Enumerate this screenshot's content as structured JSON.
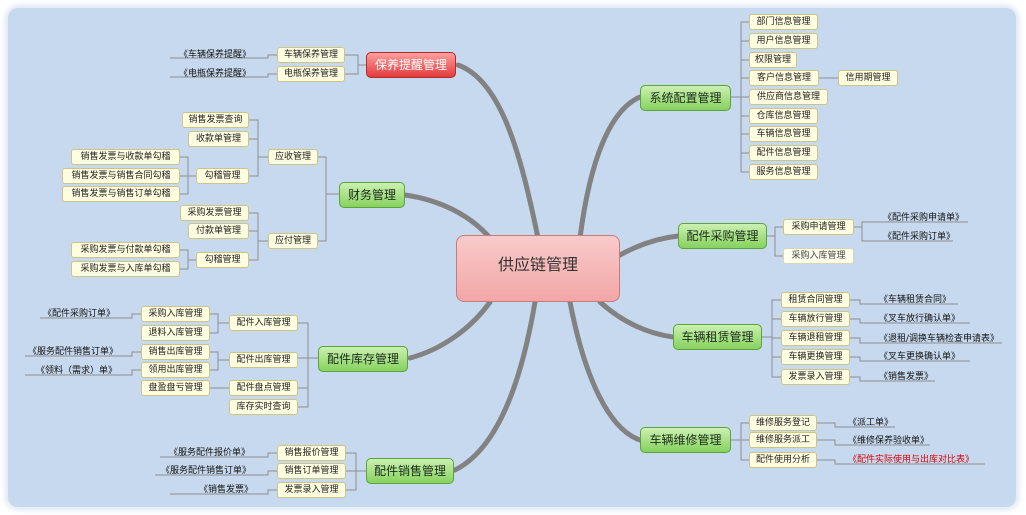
{
  "central": "供应链管理",
  "colors": {
    "branch": "#828282",
    "connector": "#8f8f8f",
    "main_fill": "#9fe07a",
    "reminder_fill": "#f05a5a",
    "central_fill": "#f4b4b4",
    "highlight_text": "#d40000"
  },
  "baoyang": {
    "title": "保养提醒管理",
    "subs": [
      "车辆保养管理",
      "电瓶保养管理"
    ],
    "leaves": [
      "《车辆保养提醒》",
      "《电瓶保养提醒》"
    ]
  },
  "caiwu": {
    "title": "财务管理",
    "yingshou": "应收管理",
    "yingshou_items": [
      "销售发票查询",
      "收款单管理",
      "勾稽管理"
    ],
    "yingshou_gouji": [
      "销售发票与收款单勾稽",
      "销售发票与销售合同勾稽",
      "销售发票与销售订单勾稽"
    ],
    "yingfu": "应付管理",
    "yingfu_items": [
      "采购发票管理",
      "付款单管理",
      "勾稽管理"
    ],
    "yingfu_gouji": [
      "采购发票与付款单勾稽",
      "采购发票与入库单勾稽"
    ]
  },
  "kucun": {
    "title": "配件库存管理",
    "subs": [
      "配件入库管理",
      "配件出库管理",
      "配件盘点管理",
      "库存实时查询"
    ],
    "ruku_items": [
      "采购入库管理",
      "退料入库管理"
    ],
    "ruku_leaf": "《配件采购订单》",
    "chuku_items": [
      "销售出库管理",
      "领用出库管理"
    ],
    "chuku_leaves": [
      "《服务配件销售订单》",
      "《领料（需求）单》"
    ],
    "pandian_item": "盘盈盘亏管理"
  },
  "xiaoshou": {
    "title": "配件销售管理",
    "subs": [
      "销售报价管理",
      "销售订单管理",
      "发票录入管理"
    ],
    "leaves": [
      "《服务配件报价单》",
      "《服务配件销售订单》",
      "《销售发票》"
    ]
  },
  "xitong": {
    "title": "系统配置管理",
    "subs": [
      "部门信息管理",
      "用户信息管理",
      "权限管理",
      "客户信息管理",
      "供应商信息管理",
      "仓库信息管理",
      "车辆信息管理",
      "配件信息管理",
      "服务信息管理"
    ],
    "xinyong": "信用期管理"
  },
  "caigou": {
    "title": "配件采购管理",
    "subs": [
      "采购申请管理",
      "采购入库管理"
    ],
    "leaves": [
      "《配件采购申请单》",
      "《配件采购订单》"
    ]
  },
  "zulin": {
    "title": "车辆租赁管理",
    "subs": [
      "租赁合同管理",
      "车辆放行管理",
      "车辆退租管理",
      "车辆更换管理",
      "发票录入管理"
    ],
    "leaves": [
      "《车辆租赁合同》",
      "《叉车放行确认单》",
      "《退租/调换车辆检查申请表》",
      "《叉车更换确认单》",
      "《销售发票》"
    ]
  },
  "weixiu": {
    "title": "车辆维修管理",
    "subs": [
      "维修服务登记",
      "维修服务派工",
      "配件使用分析"
    ],
    "leaves": [
      "《派工单》",
      "《维修保养验收单》",
      "《配件实际使用与出库对比表》"
    ]
  }
}
